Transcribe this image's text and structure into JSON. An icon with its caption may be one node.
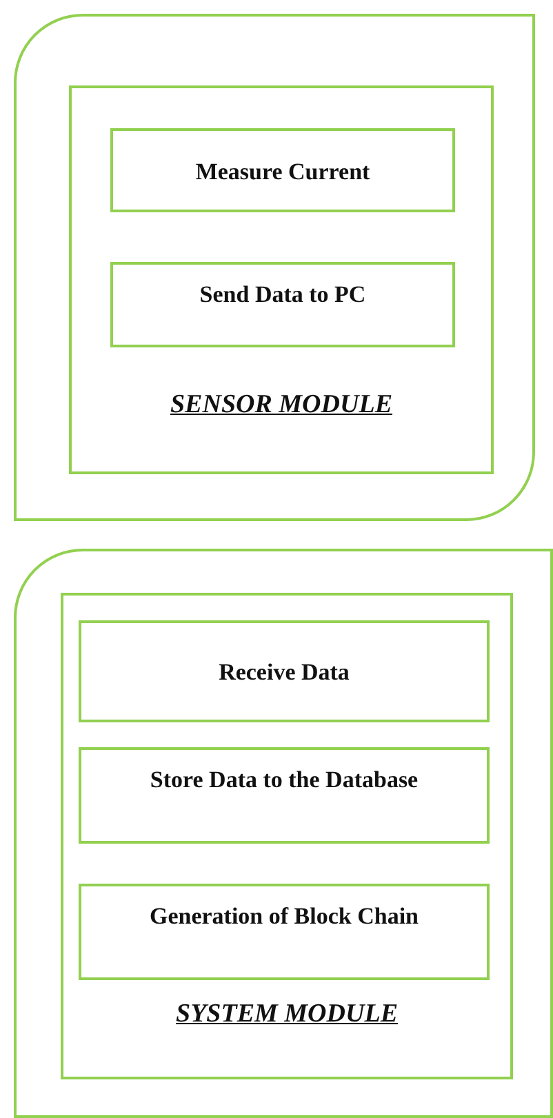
{
  "diagram": {
    "nodes": [
      {
        "text": [],
        "shape": "box"
      },
      {
        "text": [
          "SENSOR MODULE"
        ],
        "in": 0
      },
      {
        "text": [
          "Measure Current"
        ],
        "in": 1
      },
      {
        "text": [
          "Send Data to PC"
        ],
        "in": 1
      },
      {
        "text": [],
        "shape": "box"
      },
      {
        "text": [
          "SYSTEM MODULE"
        ],
        "in": 4
      },
      {
        "text": [
          "Receive Data"
        ],
        "in": 5
      },
      {
        "text": [
          "Store Data to the Database"
        ],
        "in": 5
      },
      {
        "text": [
          "Generation of Block Chain"
        ],
        "in": 5
      }
    ]
  }
}
